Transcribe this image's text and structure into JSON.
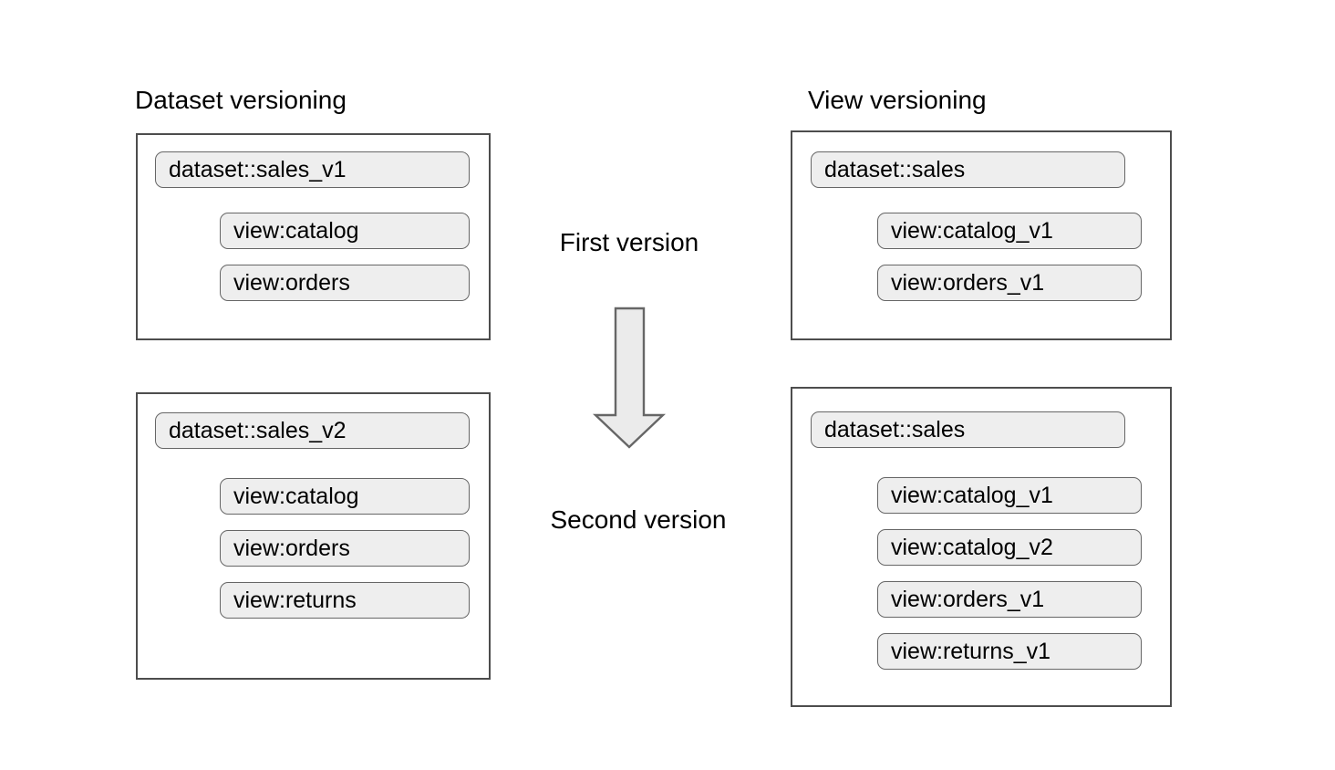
{
  "diagram": {
    "title_left": "Dataset versioning",
    "title_right": "View versioning",
    "stage_first": "First version",
    "stage_second": "Second version",
    "arrow_icon": "down-arrow-icon",
    "colors": {
      "pill_fill": "#eeeeee",
      "pill_border": "#666666",
      "box_border": "#4d4d4d",
      "arrow_fill": "#ebebeb",
      "arrow_border": "#666666",
      "text": "#000000",
      "background": "#ffffff"
    },
    "columns": [
      {
        "id": "dataset-versioning",
        "heading": "Dataset versioning",
        "groups": [
          {
            "id": "dataset-versioning-v1",
            "dataset": "dataset::sales_v1",
            "views": [
              "view:catalog",
              "view:orders"
            ]
          },
          {
            "id": "dataset-versioning-v2",
            "dataset": "dataset::sales_v2",
            "views": [
              "view:catalog",
              "view:orders",
              "view:returns"
            ]
          }
        ]
      },
      {
        "id": "view-versioning",
        "heading": "View versioning",
        "groups": [
          {
            "id": "view-versioning-v1",
            "dataset": "dataset::sales",
            "views": [
              "view:catalog_v1",
              "view:orders_v1"
            ]
          },
          {
            "id": "view-versioning-v2",
            "dataset": "dataset::sales",
            "views": [
              "view:catalog_v1",
              "view:catalog_v2",
              "view:orders_v1",
              "view:returns_v1"
            ]
          }
        ]
      }
    ]
  }
}
